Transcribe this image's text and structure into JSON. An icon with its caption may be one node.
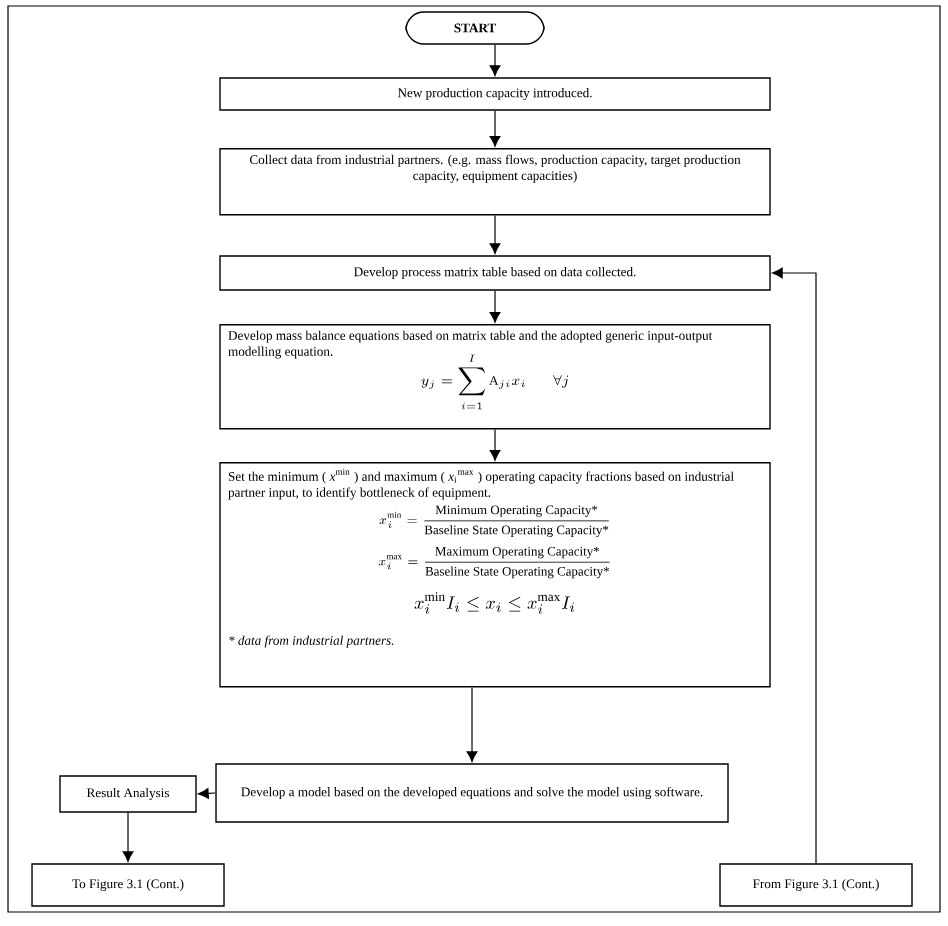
{
  "diagram": {
    "nodes": [
      {
        "text": [
          "START"
        ]
      },
      {
        "text": [
          "New production capacity introduced."
        ]
      },
      {
        "text": [
          "Collect data from industrial partners. (e.g. mass flows, production capacity, target production capacity, equipment capacities)"
        ]
      },
      {
        "text": [
          "Develop process matrix table based on data collected."
        ]
      },
      {
        "text": [
          "Develop mass balance equations based on matrix table and the adopted generic input-output modelling equation.",
          "y_j = \\sum_{i=1}^{I} \\mathrm{A}_{ji} x_i \\qquad \\forall j"
        ]
      },
      {
        "text": [
          "Set the minimum ( *x*$^{min}$ ) and maximum ( *x*$_{i}$$^{max}$ ) operating capacity fractions based on industrial partner input, to identify bottleneck of equipment.",
          "x_i^{\\min} = \\frac{\\mbox{Minimum Operating Capacity*}}{\\mbox{Baseline State Operating Capacity*}}",
          "x_i^{\\max} = \\frac{\\mbox{Maximum Operating Capacity*}}{\\mbox{Baseline State Operating Capacity*}}",
          "x_i^{\\min} I_i \\le x_i \\le x_i^{\\max} I_i",
          "* data from industrial partners."
        ]
      },
      {
        "text": [
          "Result Analysis"
        ]
      },
      {
        "text": [
          "Develop a model based on the developed equations and solve the model using software."
        ]
      },
      {
        "text": [
          "To Figure 3.1 (Cont.)"
        ]
      },
      {
        "text": [
          "From Figure 3.1 (Cont.)"
        ]
      }
    ],
    "edges": [
      {
        "from": 0,
        "to": 1,
        "arrow": "to"
      },
      {
        "from": 1,
        "to": 2,
        "arrow": "to"
      },
      {
        "from": 2,
        "to": 3,
        "arrow": "to"
      },
      {
        "from": 3,
        "to": 4,
        "arrow": "to"
      },
      {
        "from": 4,
        "to": 5,
        "arrow": "to"
      },
      {
        "from": 5,
        "to": 7,
        "arrow": "to"
      },
      {
        "from": 7,
        "to": 6,
        "arrow": "to"
      },
      {
        "from": 6,
        "to": 8,
        "arrow": "to"
      },
      {
        "from": 9,
        "to": 3,
        "arrow": "to"
      }
    ]
  }
}
